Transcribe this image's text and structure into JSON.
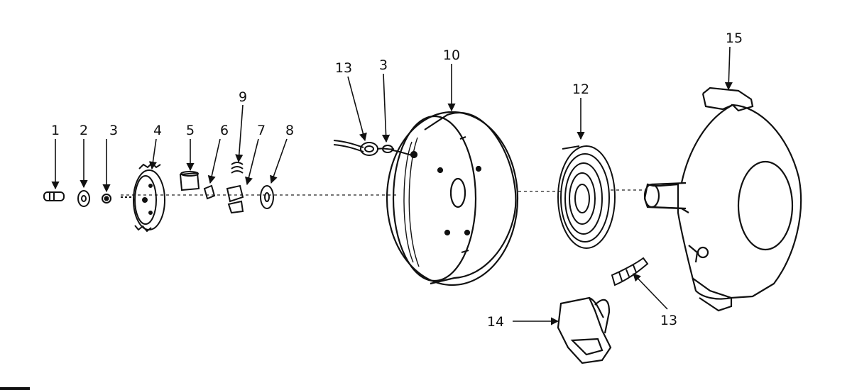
{
  "labels": {
    "p1": "1",
    "p2": "2",
    "p3a": "3",
    "p4": "4",
    "p5": "5",
    "p6": "6",
    "p7": "7",
    "p8": "8",
    "p9": "9",
    "p10": "10",
    "p12": "12",
    "p13a": "13",
    "p3b": "3",
    "p13b": "13",
    "p14": "14",
    "p15": "15"
  }
}
